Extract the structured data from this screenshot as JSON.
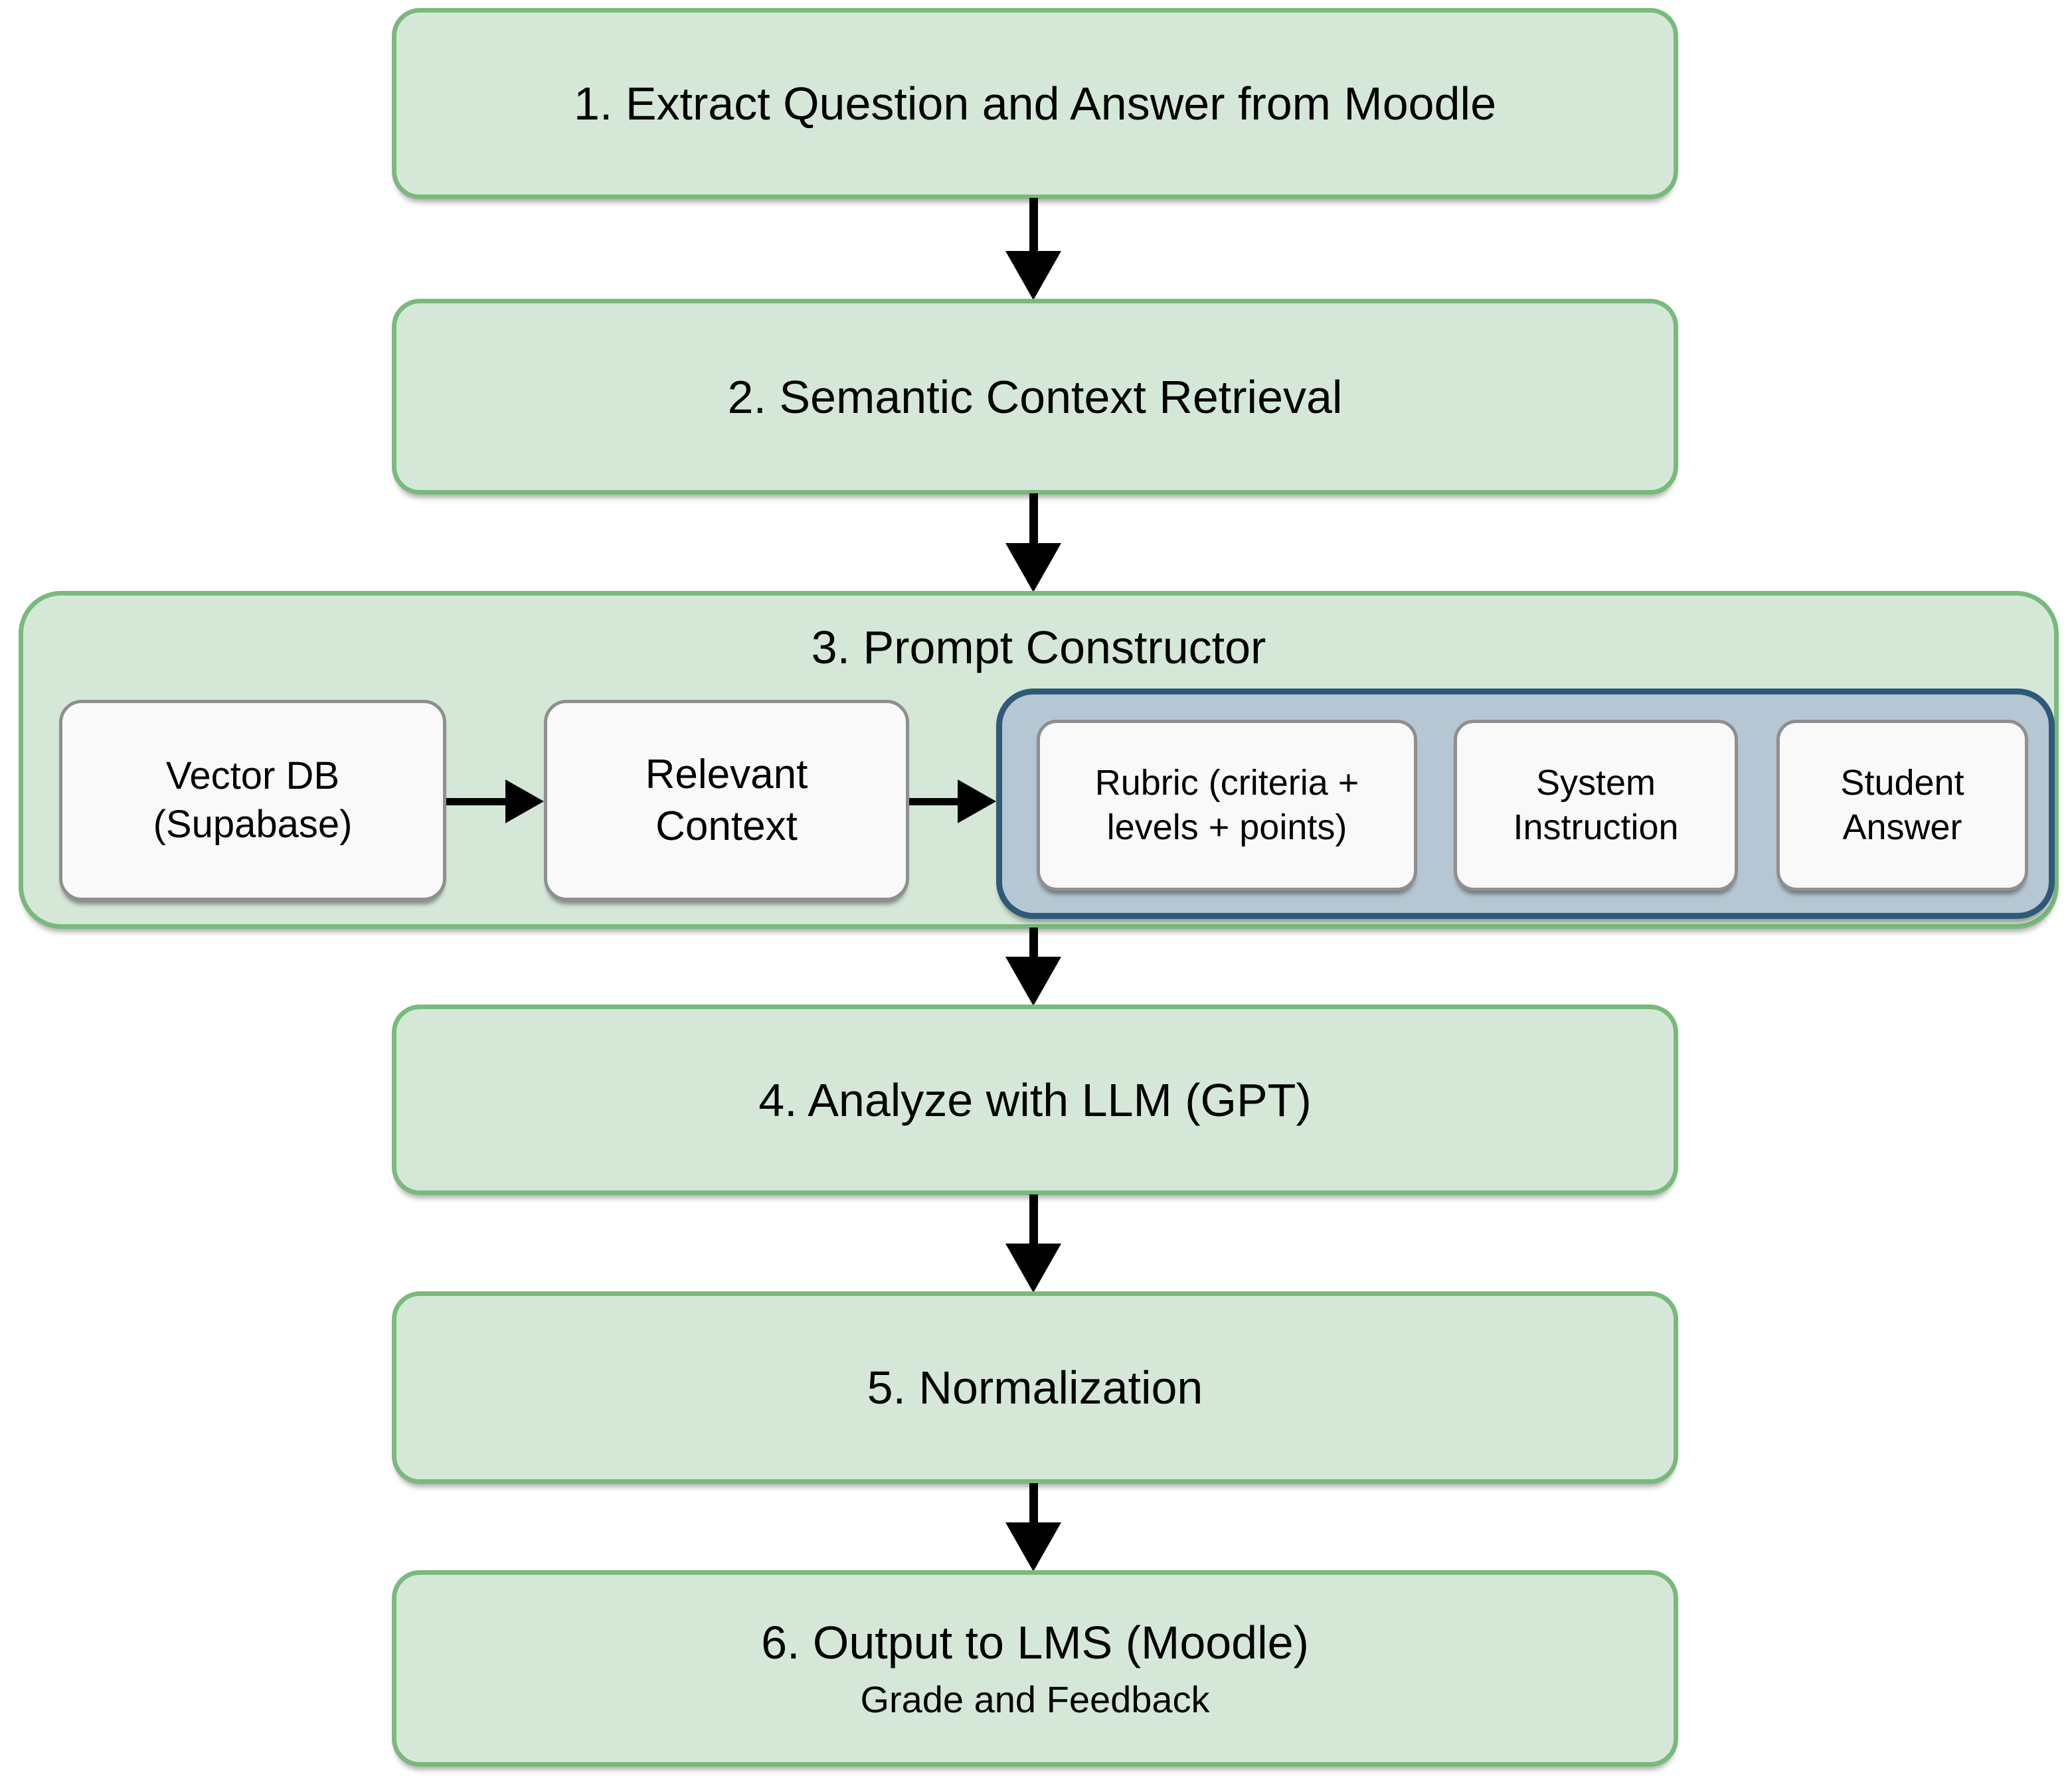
{
  "figure": {
    "type": "flowchart",
    "steps": {
      "step1": "1. Extract Question and Answer from Moodle",
      "step2": "2. Semantic Context Retrieval",
      "step3_title": "3. Prompt Constructor",
      "step4": "4. Analyze with LLM (GPT)",
      "step5": "5. Normalization",
      "step6_title": "6. Output to LMS (Moodle)",
      "step6_subtitle": "Grade and Feedback"
    },
    "step3_nodes": {
      "vector_db": "Vector DB\n(Supabase)",
      "relevant_context": "Relevant\nContext",
      "rubric": "Rubric (criteria +\nlevels + points)",
      "system_instruction": "System\nInstruction",
      "student_answer": "Student\nAnswer"
    },
    "colors": {
      "step_fill": "#d5e8d8",
      "step_border": "#79ba7c",
      "group_fill": "#b5c7d3",
      "group_border": "#2e5a78",
      "node_fill": "#f8f9f8",
      "node_border": "#8f8f8f",
      "arrow": "#000000",
      "text": "#000000"
    }
  }
}
